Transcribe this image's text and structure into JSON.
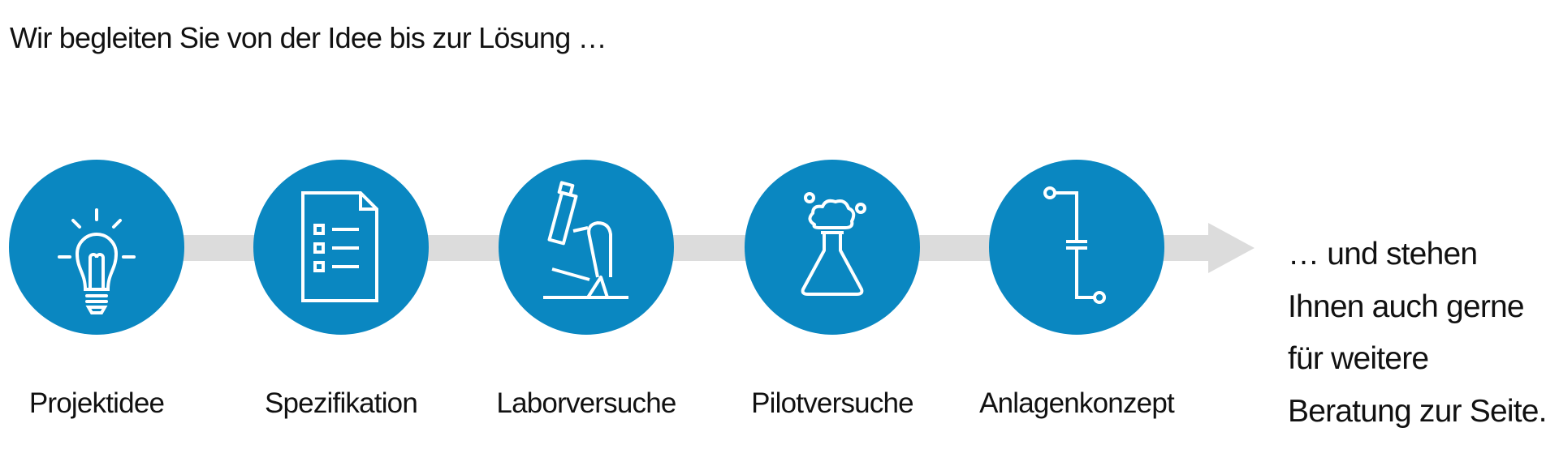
{
  "title": "Wir begleiten Sie von der Idee bis zur Lösung …",
  "steps": [
    {
      "label": "Projektidee",
      "icon": "lightbulb-icon"
    },
    {
      "label": "Spezifikation",
      "icon": "checklist-document-icon"
    },
    {
      "label": "Laborversuche",
      "icon": "microscope-icon"
    },
    {
      "label": "Pilotversuche",
      "icon": "flask-icon"
    },
    {
      "label": "Anlagenkonzept",
      "icon": "circuit-icon"
    }
  ],
  "closing": [
    "… und stehen",
    "Ihnen auch gerne",
    "für weitere",
    "Beratung zur Seite."
  ],
  "colors": {
    "circle": "#0a87c1",
    "arrow": "#dcdcdc",
    "icon": "#ffffff"
  }
}
